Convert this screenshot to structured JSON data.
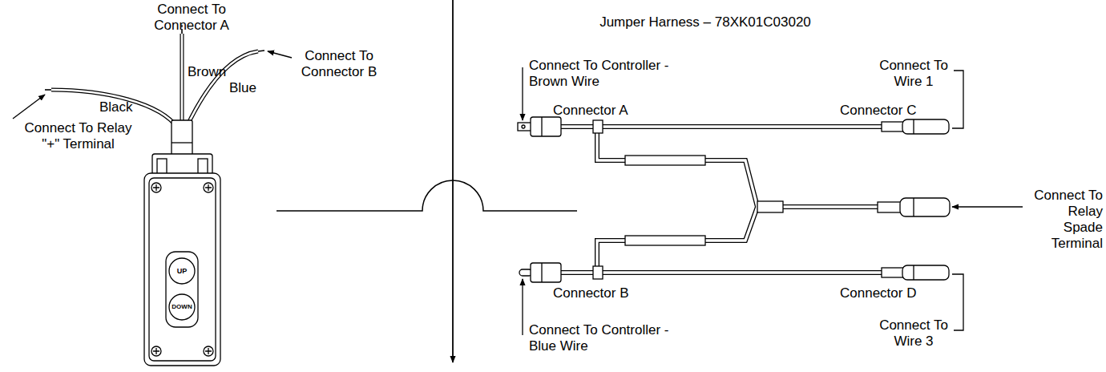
{
  "diagram": {
    "title": "Jumper Harness – 78XK01C03020",
    "labels": [
      "Connect To Connector A",
      "Brown",
      "Connect To Connector B",
      "Black",
      "Blue",
      "Connect To Relay \"+\" Terminal",
      "UP",
      "DOWN",
      "Connect To Controller - Brown Wire",
      "Connector A",
      "Connect To Wire 1",
      "Connector C",
      "Connect To Relay Spade Terminal",
      "Connector B",
      "Connector D",
      "Connect To Controller - Blue Wire",
      "Connect To Wire 3"
    ]
  }
}
